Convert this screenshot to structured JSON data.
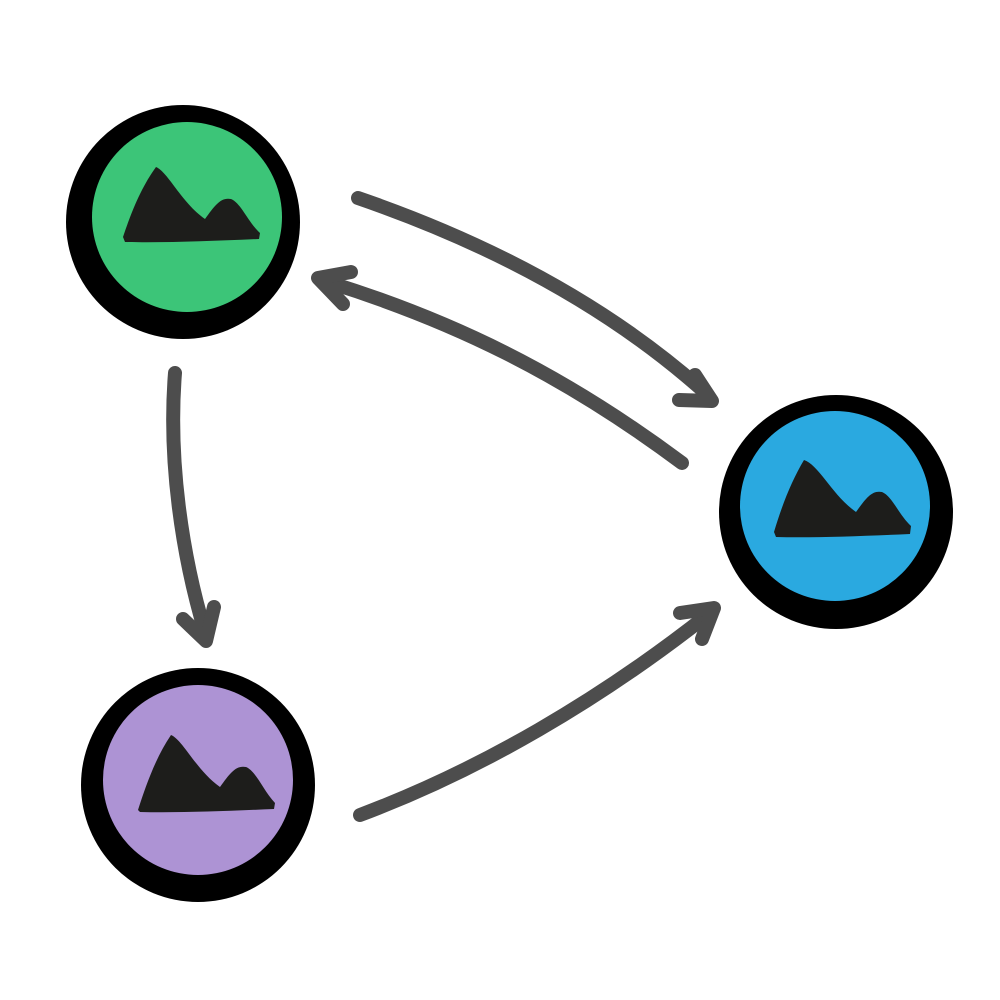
{
  "diagram": {
    "type": "directed-graph",
    "nodes": [
      {
        "id": "green",
        "color": "#3cc578",
        "icon": "mountain-image-icon"
      },
      {
        "id": "blue",
        "color": "#2aa9e0",
        "icon": "mountain-image-icon"
      },
      {
        "id": "purple",
        "color": "#ad93d4",
        "icon": "mountain-image-icon"
      }
    ],
    "edges": [
      {
        "from": "green",
        "to": "blue"
      },
      {
        "from": "blue",
        "to": "green"
      },
      {
        "from": "green",
        "to": "purple"
      },
      {
        "from": "purple",
        "to": "blue"
      }
    ],
    "colors": {
      "outline": "#000000",
      "icon": "#1d1d1b",
      "arrow": "#4d4d4d",
      "background": "#ffffff"
    }
  }
}
